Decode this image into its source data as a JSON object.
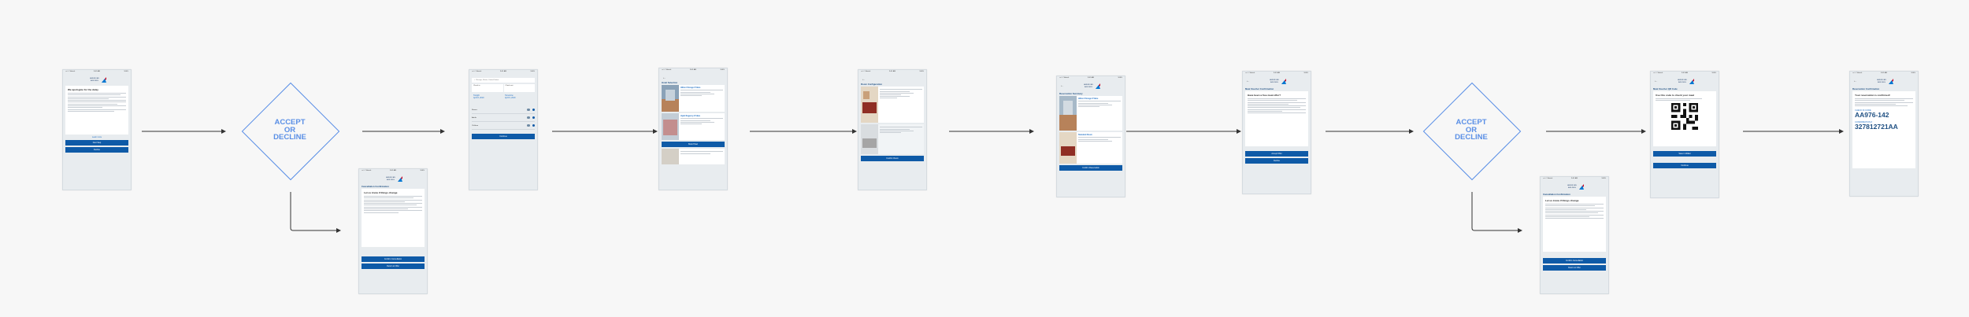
{
  "status_bar": {
    "carrier": "•••○○ Sketch",
    "time": "9:41 AM",
    "battery": "100%"
  },
  "logo_text": "AMERICAN AIRLINES",
  "decision_label": "ACCEPT OR DECLINE",
  "screens": {
    "apology": {
      "title": "We apologize for the delay",
      "link": "Learn more",
      "buttons": [
        "Next Step",
        "Decline"
      ]
    },
    "cancel1": {
      "section": "Cancellation Confirmation",
      "card_title": "Let us know if things change",
      "buttons": [
        "Confirm Cancellation",
        "Return to Offer"
      ]
    },
    "search": {
      "search_placeholder": "Chicago, Illinois, United States",
      "fields": [
        "Check in",
        "Check out",
        "Tonight",
        "Tomorrow"
      ],
      "dates": [
        "April 8, 2019",
        "April 9, 2019"
      ],
      "counters": [
        "Rooms",
        "Adults",
        "Children"
      ],
      "button": "Continue"
    },
    "hotels": {
      "section": "Hotel Selection",
      "hotel_names": [
        "Hilton Chicago O'Hare",
        "Hyatt Regency O'Hare"
      ],
      "button": "Book Hotel"
    },
    "rooms": {
      "section": "Room Configuration",
      "button": "Confirm Room"
    },
    "summary": {
      "section": "Reservation Summary",
      "hotel_name": "Hilton Chicago O'Hare",
      "room_name": "Standard Room",
      "button": "Confirm Reservation"
    },
    "voucher": {
      "section": "Meal Voucher Confirmation",
      "card_title": "Have been a free meal offer?",
      "buttons": [
        "Accept Offer",
        "Decline"
      ]
    },
    "cancel2": {
      "section": "Cancellation Confirmation",
      "card_title": "Let us know if things change",
      "buttons": [
        "Confirm Cancellation",
        "Return to Offer"
      ]
    },
    "qr": {
      "section": "Meal Voucher QR Code",
      "card_title": "Use this code to check your meal",
      "buttons": [
        "Save in Wallet",
        "Continue"
      ]
    },
    "confirm": {
      "section": "Reservation Confirmation",
      "card_title": "Your reservation is confirmed!",
      "checkin_label": "CHECK IN CODE",
      "checkin_value": "AA976-142",
      "confirmation_label": "CONFIRMATION #",
      "confirmation_value": "327812721AA"
    }
  },
  "colors": {
    "accent": "#0e5aa7",
    "diamond": "#5a8fe6",
    "connector": "#333333"
  }
}
